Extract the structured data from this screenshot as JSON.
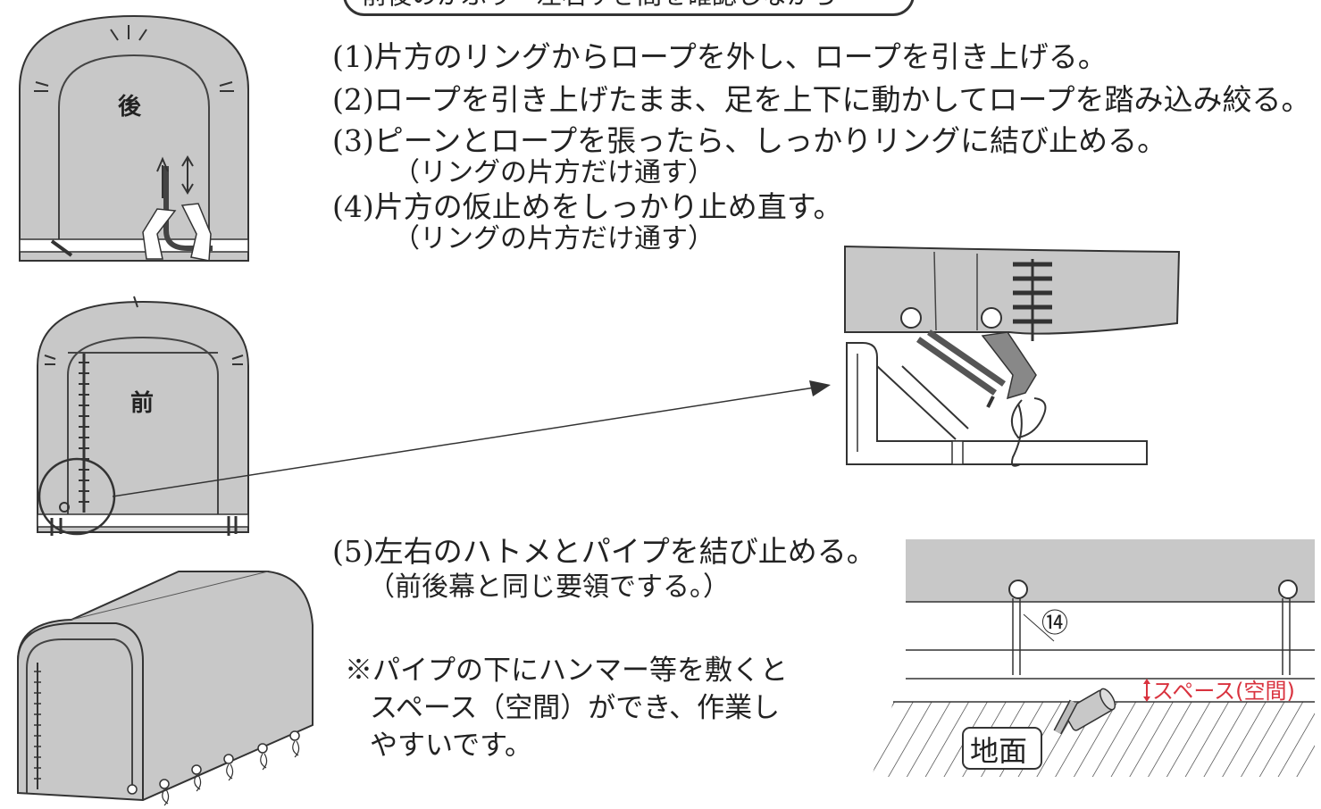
{
  "header": {
    "text": "前後のかぶり・左右すき間を確認しながら"
  },
  "steps": [
    {
      "num": "(1)",
      "text": "片方のリングからロープを外し、ロープを引き上げる。"
    },
    {
      "num": "(2)",
      "text": "ロープを引き上げたまま、足を上下に動かしてロープを踏み込み絞る。"
    },
    {
      "num": "(3)",
      "text": "ピーンとロープを張ったら、しっかりリングに結び止める。",
      "sub": "（リングの片方だけ通す）"
    },
    {
      "num": "(4)",
      "text": "片方の仮止めをしっかり止め直す。",
      "sub": "（リングの片方だけ通す）"
    }
  ],
  "step5": {
    "line1": "(5)左右のハトメとパイプを結び止める。",
    "line2": "（前後幕と同じ要領でする。）"
  },
  "note": {
    "line1": "※パイプの下にハンマー等を敷くと",
    "line2": "スペース（空間）ができ、作業し",
    "line3": "やすいです。"
  },
  "figures": {
    "rear_label": "後",
    "front_label": "前",
    "part_number": "⑭",
    "space_label": "スペース(空間)",
    "ground_label": "地面",
    "accent_color": "#d9333f",
    "cover_color": "#c8c8c8"
  }
}
